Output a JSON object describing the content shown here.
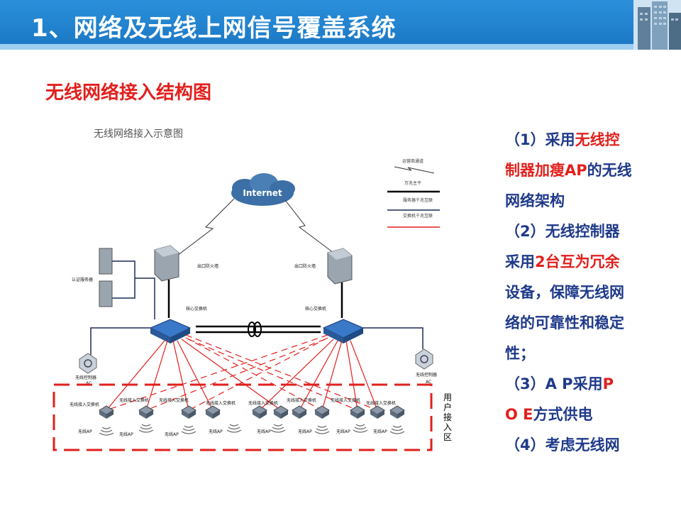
{
  "header": {
    "title": "1、网络及无线上网信号覆盖系统"
  },
  "section_title": "无线网络接入结构图",
  "diagram": {
    "title": "无线网络接入示意图",
    "internet_label": "Internet",
    "auth_server_label": "认证服务器",
    "firewall_labels": [
      "出口防火墙",
      "出口防火墙"
    ],
    "core_switch_labels": [
      "核心交换机",
      "核心交换机"
    ],
    "controller_labels": [
      "无线控制器",
      "无线控制器"
    ],
    "controller_sub": "AC",
    "access_switch_label": "无线接入交换机",
    "ap_label": "无线AP",
    "user_zone": "用户接入区",
    "legend": [
      "运营商通道",
      "万兆主干",
      "服务器千兆互联",
      "交换机千兆互联"
    ]
  },
  "notes": {
    "l1_a": "（1）采用",
    "l1_b": "无线控",
    "l2_a": "制器加瘦AP",
    "l2_b": "的无线",
    "l3": "网络架构",
    "l4": "（2）无线控制器",
    "l5_a": "采用",
    "l5_b": "2台互为冗余",
    "l6": "设备，保障无线网",
    "l7": "络的可靠性和稳定",
    "l8": "性；",
    "l9_a": "（3）A P采用",
    "l9_b": "P",
    "l10_a": "O E",
    "l10_b": "方式供电",
    "l11": "（4）考虑无线网"
  },
  "colors": {
    "header_blue": "#1e7fcc",
    "accent_red": "#e1201d",
    "text_blue": "#1f3a8a"
  }
}
